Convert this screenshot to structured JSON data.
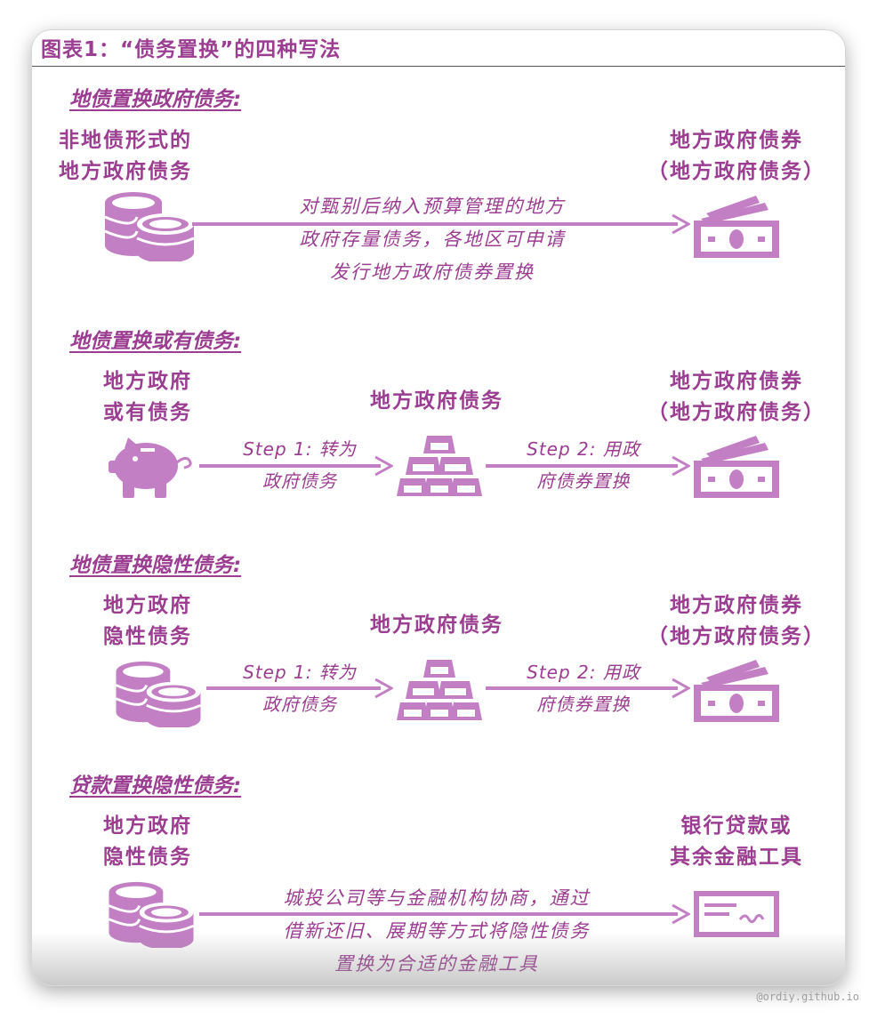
{
  "figure": {
    "title": "图表1：“债务置换”的四种写法"
  },
  "sections": [
    {
      "title": "地债置换政府债务:",
      "source": [
        "非地债形式的",
        "地方政府债务"
      ],
      "target": [
        "地方政府债券",
        "（地方政府债务）"
      ],
      "note": [
        "对甄别后纳入预算管理的地方",
        "政府存量债务，各地区可申请",
        "发行地方政府债券置换"
      ]
    },
    {
      "title": "地债置换或有债务:",
      "source": [
        "地方政府",
        "或有债务"
      ],
      "middle": "地方政府债务",
      "step1": [
        "Step 1: 转为",
        "政府债务"
      ],
      "step2": [
        "Step 2: 用政",
        "府债券置换"
      ],
      "target": [
        "地方政府债券",
        "（地方政府债务）"
      ]
    },
    {
      "title": "地债置换隐性债务:",
      "source": [
        "地方政府",
        "隐性债务"
      ],
      "middle": "地方政府债务",
      "step1": [
        "Step 1: 转为",
        "政府债务"
      ],
      "step2": [
        "Step 2: 用政",
        "府债券置换"
      ],
      "target": [
        "地方政府债券",
        "（地方政府债务）"
      ]
    },
    {
      "title": "贷款置换隐性债务:",
      "source": [
        "地方政府",
        "隐性债务"
      ],
      "target": [
        "银行贷款或",
        "其余金融工具"
      ],
      "note": [
        "城投公司等与金融机构协商，通过",
        "借新还旧、展期等方式将隐性债务",
        "置换为合适的金融工具"
      ]
    }
  ],
  "watermark": "@ordiy.github.io",
  "colors": {
    "accent": "#9b3d91",
    "icon": "#c27fc4"
  },
  "icons": [
    "coins-icon",
    "piggy-bank-icon",
    "gold-bars-icon",
    "banknotes-icon",
    "check-icon",
    "arrow-icon"
  ]
}
